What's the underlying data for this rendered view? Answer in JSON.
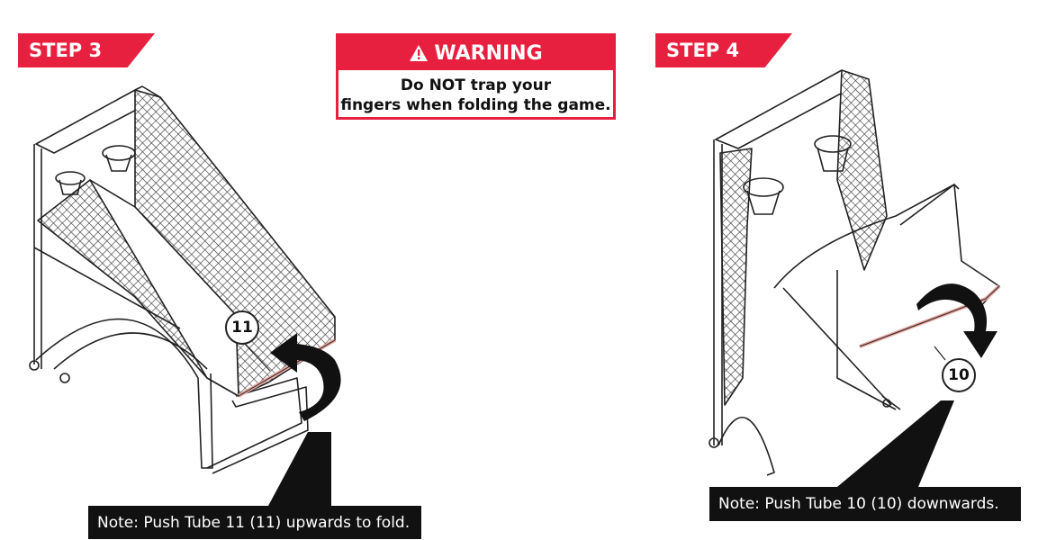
{
  "step3": {
    "label": "STEP 3",
    "callout": "11",
    "note": "Note: Push Tube 11 (11) upwards to fold."
  },
  "warning": {
    "title": "WARNING",
    "line1": "Do NOT trap your",
    "line2": "fingers when folding the game."
  },
  "step4": {
    "label": "STEP 4",
    "callout": "10",
    "note": "Note: Push Tube 10 (10) downwards."
  },
  "colors": {
    "accent": "#e8203f",
    "note_bg": "#111111",
    "highlight_tube": "#e9a6a0"
  }
}
